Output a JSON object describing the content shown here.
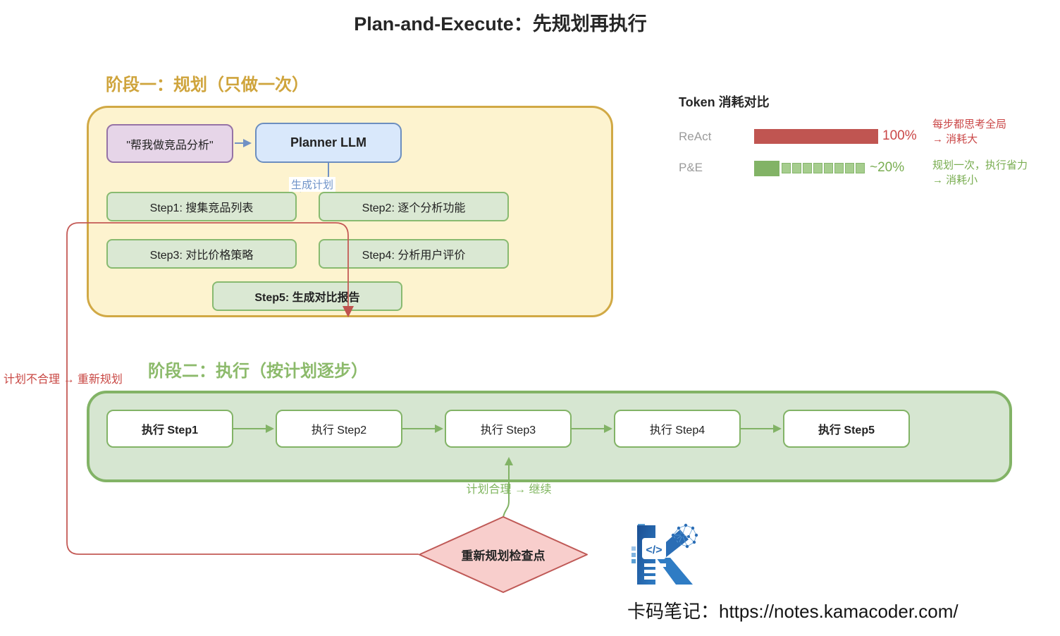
{
  "title": "Plan-and-Execute：先规划再执行",
  "phase1": {
    "header": "阶段一：规划（只做一次）",
    "user_request": "\"帮我做竞品分析\"",
    "planner": "Planner LLM",
    "plan_arrow_label": "生成计划",
    "steps": [
      {
        "label": "Step1: 搜集竞品列表"
      },
      {
        "label": "Step2: 逐个分析功能"
      },
      {
        "label": "Step3: 对比价格策略"
      },
      {
        "label": "Step4: 分析用户评价"
      },
      {
        "label": "Step5: 生成对比报告"
      }
    ]
  },
  "token_chart": {
    "title": "Token 消耗对比",
    "rows": [
      {
        "label": "ReAct",
        "value": "100%",
        "note_line1": "每步都思考全局",
        "note_line2": "→ 消耗大"
      },
      {
        "label": "P&E",
        "value": "~20%",
        "note_line1": "规划一次，执行省力",
        "note_line2": "→ 消耗小"
      }
    ]
  },
  "chart_data": {
    "type": "bar",
    "orientation": "horizontal",
    "title": "Token 消耗对比",
    "categories": [
      "ReAct",
      "P&E"
    ],
    "values": [
      100,
      20
    ],
    "value_labels": [
      "100%",
      "~20%"
    ],
    "annotations": [
      "每步都思考全局 → 消耗大",
      "规划一次，执行省力 → 消耗小"
    ],
    "colors": [
      "#c0504d",
      "#82b366"
    ],
    "xlim": [
      0,
      100
    ],
    "legend": false,
    "grid": false
  },
  "phase2": {
    "header": "阶段二：执行（按计划逐步）",
    "steps": [
      {
        "label": "执行 Step1"
      },
      {
        "label": "执行 Step2"
      },
      {
        "label": "执行 Step3"
      },
      {
        "label": "执行 Step4"
      },
      {
        "label": "执行 Step5"
      }
    ]
  },
  "feedback": {
    "continue_label": "计划合理 → 继续",
    "replan_label": "计划不合理 → 重新规划",
    "checkpoint": "重新规划检查点"
  },
  "logo": {
    "name": "kamacoder-logo",
    "code_glyph": "</>"
  },
  "footer": {
    "text": "卡码笔记：https://notes.kamacoder.com/"
  },
  "colors": {
    "phase1_accent": "#cfa43c",
    "phase2_accent": "#82b366",
    "react_red": "#c0504d",
    "pe_green": "#82b366",
    "planner_blue": "#6c8ebf",
    "request_purple": "#9673a6",
    "replan_red": "#c94844",
    "diamond_fill": "#f8cecc"
  }
}
